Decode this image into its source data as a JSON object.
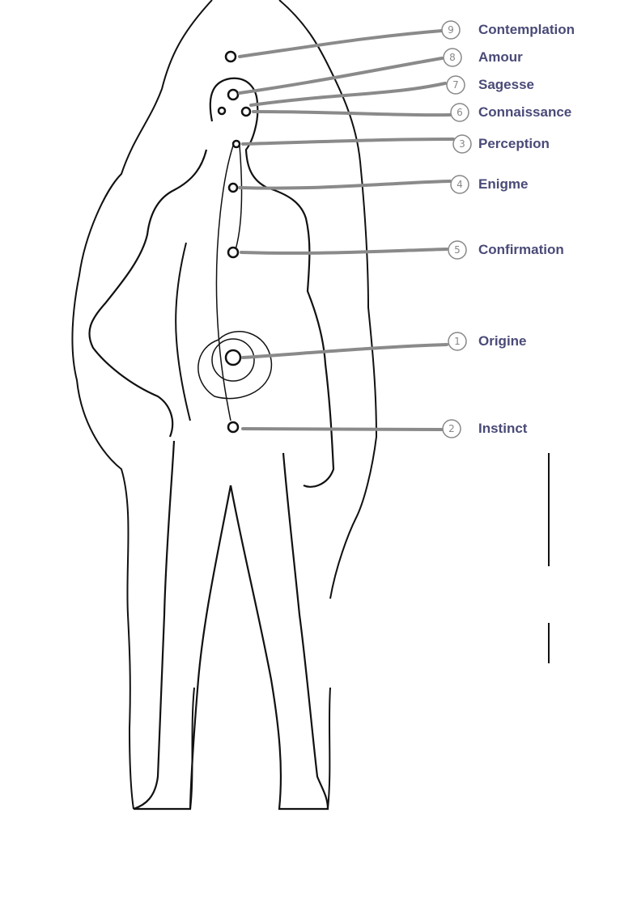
{
  "colors": {
    "label": "#4a4a78",
    "leader": "#8a8a8a",
    "ink": "#111111"
  },
  "centers": [
    {
      "number": "9",
      "label": "Contemplation"
    },
    {
      "number": "8",
      "label": "Amour"
    },
    {
      "number": "7",
      "label": "Sagesse"
    },
    {
      "number": "6",
      "label": "Connaissance"
    },
    {
      "number": "3",
      "label": "Perception"
    },
    {
      "number": "4",
      "label": "Enigme"
    },
    {
      "number": "5",
      "label": "Confirmation"
    },
    {
      "number": "1",
      "label": "Origine"
    },
    {
      "number": "2",
      "label": "Instinct"
    }
  ]
}
